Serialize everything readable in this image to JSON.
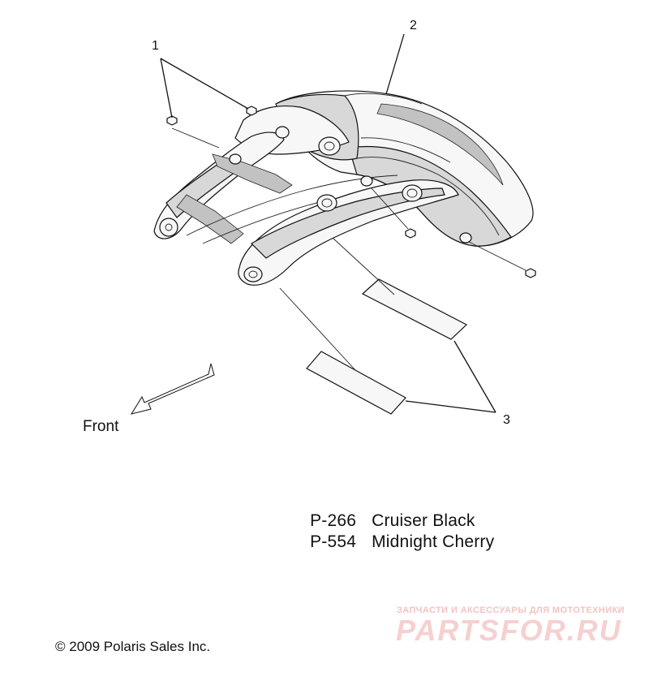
{
  "callouts": [
    "1",
    "2",
    "3"
  ],
  "direction_label": "Front",
  "paint_codes": [
    {
      "code": "P-266",
      "name": "Cruiser Black"
    },
    {
      "code": "P-554",
      "name": "Midnight Cherry"
    }
  ],
  "copyright": "© 2009 Polaris Sales Inc.",
  "watermark": {
    "subtitle": "ЗАПЧАСТИ И АКСЕССУАРЫ ДЛЯ МОТОТЕХНИКИ",
    "logo": "PARTSFOR.RU"
  },
  "colors": {
    "line": "#111111",
    "shade": "#d8d8d8",
    "watermark": "#f2c4c4"
  }
}
